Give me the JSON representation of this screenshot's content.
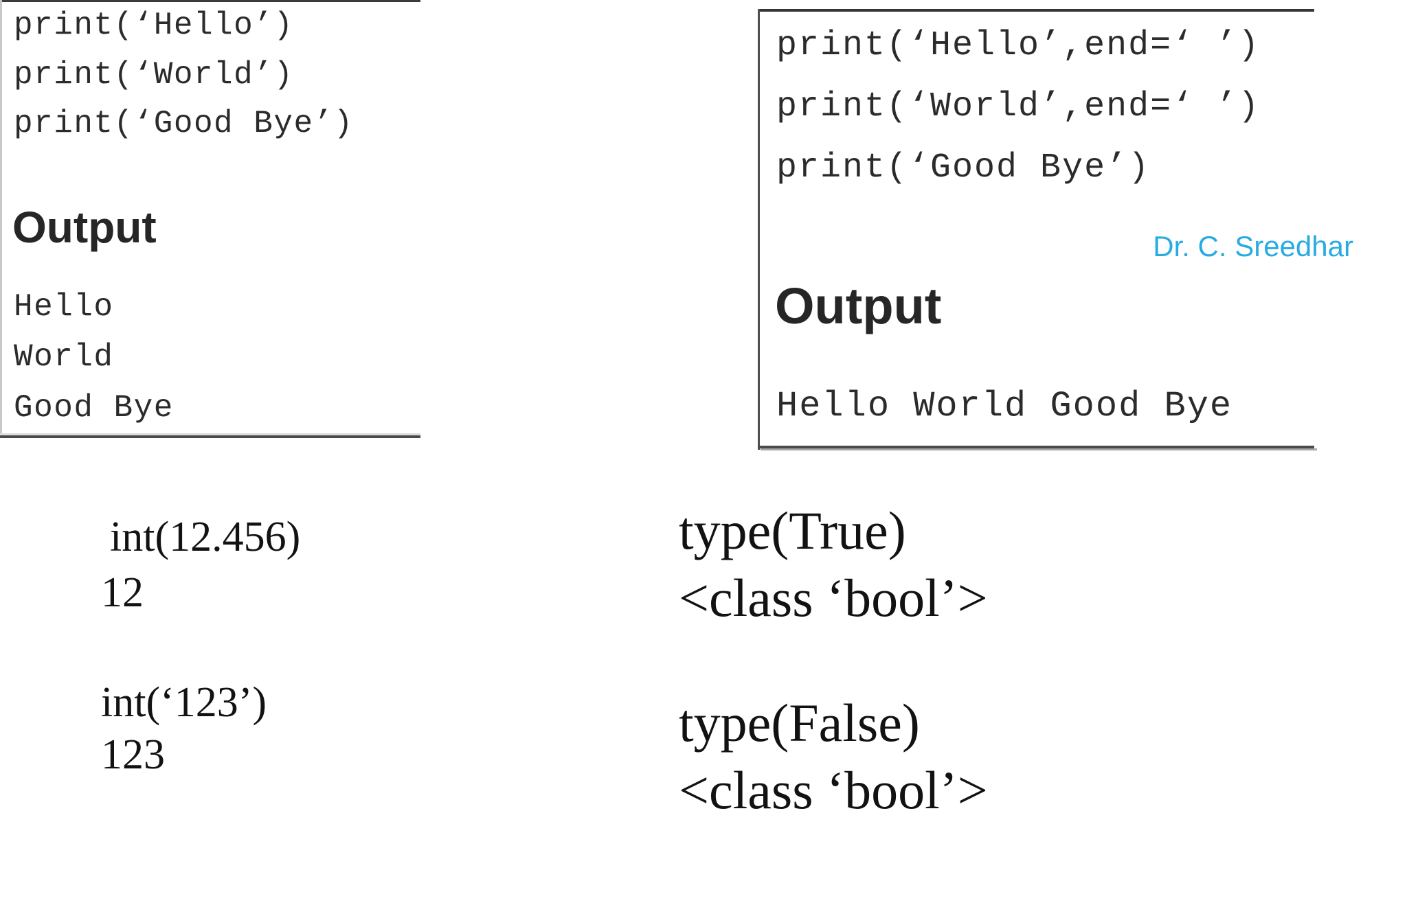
{
  "left_panel": {
    "code_lines": [
      "print(‘Hello’)",
      "print(‘World’)",
      "print(‘Good Bye’)"
    ],
    "output_label": "Output",
    "output_lines": [
      "Hello",
      "World",
      "Good Bye"
    ]
  },
  "right_panel": {
    "code_lines": [
      "print(‘Hello’,end=‘ ’)",
      "print(‘World’,end=‘ ’)",
      "print(‘Good Bye’)"
    ],
    "watermark": "Dr. C. Sreedhar",
    "watermark_color": "#29ABE2",
    "output_label": "Output",
    "output_line": "Hello World Good Bye"
  },
  "examples": {
    "int_demo_1": {
      "expr": "int(12.456)",
      "result": "12"
    },
    "int_demo_2": {
      "expr": "int(‘123’)",
      "result": "123"
    },
    "type_demo_1": {
      "expr": "type(True)",
      "result": "<class ‘bool’>"
    },
    "type_demo_2": {
      "expr": "type(False)",
      "result": "<class ‘bool’>"
    }
  },
  "colors": {
    "code_text": "#2b2b2b",
    "serif_text": "#121212",
    "heading_text": "#262626",
    "watermark_cyan": "#29ABE2",
    "box_border_dark": "#4a4a4a",
    "box_border_light": "#c8c8c8"
  }
}
